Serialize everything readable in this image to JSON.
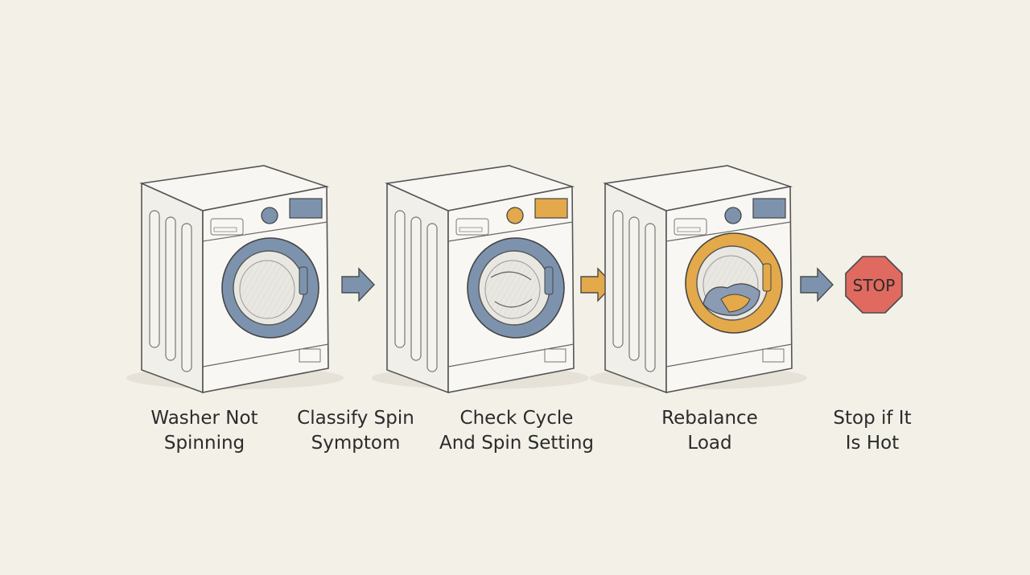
{
  "colors": {
    "background": "#f3f0e8",
    "blue": "#7d93ad",
    "amber": "#e3a94a",
    "stop_red": "#e06a5f",
    "ink": "#4a4a4a"
  },
  "steps": [
    {
      "icon": "washer-blue-door-icon",
      "caption": [
        "Washer Not",
        "Spinning"
      ]
    },
    {
      "icon": "washer-drum-icon",
      "caption": [
        "Classify Spin",
        "Symptom"
      ]
    },
    {
      "icon": "washer-amber-dial-icon",
      "caption": [
        "Check Cycle",
        "And Spin Setting"
      ]
    },
    {
      "icon": "washer-amber-door-load-icon",
      "caption": [
        "Rebalance",
        "Load"
      ]
    },
    {
      "icon": "stop-sign-icon",
      "caption": [
        "Stop if It",
        "Is Hot"
      ]
    }
  ],
  "arrows": [
    {
      "icon": "arrow-right-icon",
      "color": "blue"
    },
    {
      "icon": "arrow-right-icon",
      "color": "amber"
    },
    {
      "icon": "arrow-right-icon",
      "color": "blue"
    }
  ],
  "stop_sign": {
    "text": "STOP"
  }
}
